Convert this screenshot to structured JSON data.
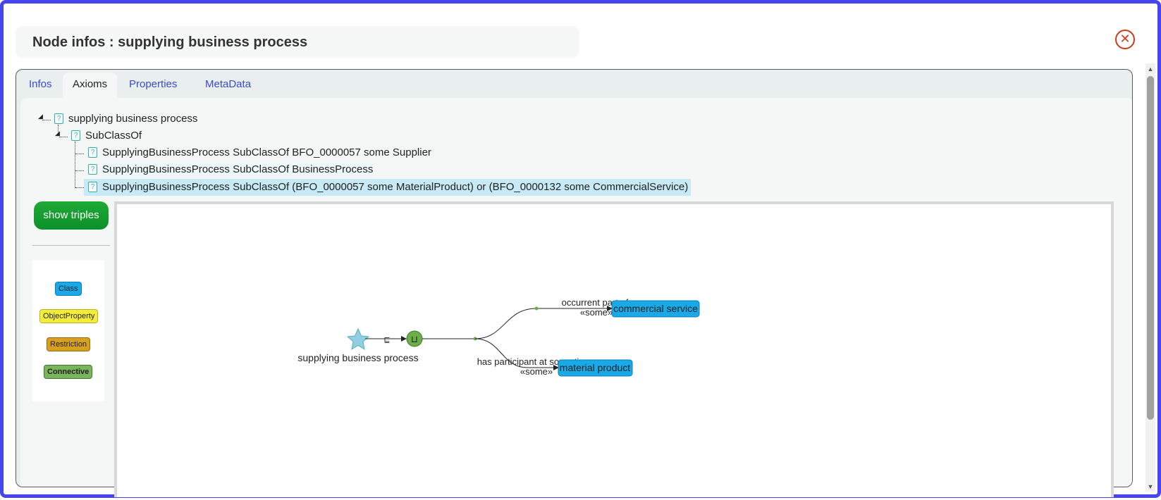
{
  "dialog": {
    "title": "Node infos : supplying business process",
    "close_icon": "close-circle-icon"
  },
  "tabs": [
    {
      "label": "Infos",
      "active": false
    },
    {
      "label": "Axioms",
      "active": true
    },
    {
      "label": "Properties",
      "active": false
    },
    {
      "label": "MetaData",
      "active": false
    }
  ],
  "tree": {
    "root": "supplying business process",
    "subclassof": "SubClassOf",
    "axioms": [
      "SupplyingBusinessProcess SubClassOf BFO_0000057 some Supplier",
      "SupplyingBusinessProcess SubClassOf BusinessProcess",
      "SupplyingBusinessProcess SubClassOf (BFO_0000057 some MaterialProduct) or (BFO_0000132 some CommercialService)"
    ],
    "node_icon": "?"
  },
  "buttons": {
    "show_triples": "show triples"
  },
  "legend": {
    "class": "Class",
    "object_property": "ObjectProperty",
    "restriction": "Restriction",
    "connective": "Connective"
  },
  "graph": {
    "source_label": "supplying business process",
    "subclass_symbol": "⊑",
    "union_symbol": "⊔",
    "edge1_label": "occurrent part of",
    "edge1_quantifier": "«some»",
    "edge1_target": "commercial service",
    "edge2_label": "has participant at some time",
    "edge2_quantifier": "«some»",
    "edge2_target": "material product"
  },
  "colors": {
    "accent": "#4646f0",
    "class": "#1aa9e8",
    "object_property": "#f4ee3a",
    "restriction": "#d8a020",
    "connective": "#7bb55b",
    "show_triples": "#16a02f",
    "close": "#d03a1c"
  }
}
